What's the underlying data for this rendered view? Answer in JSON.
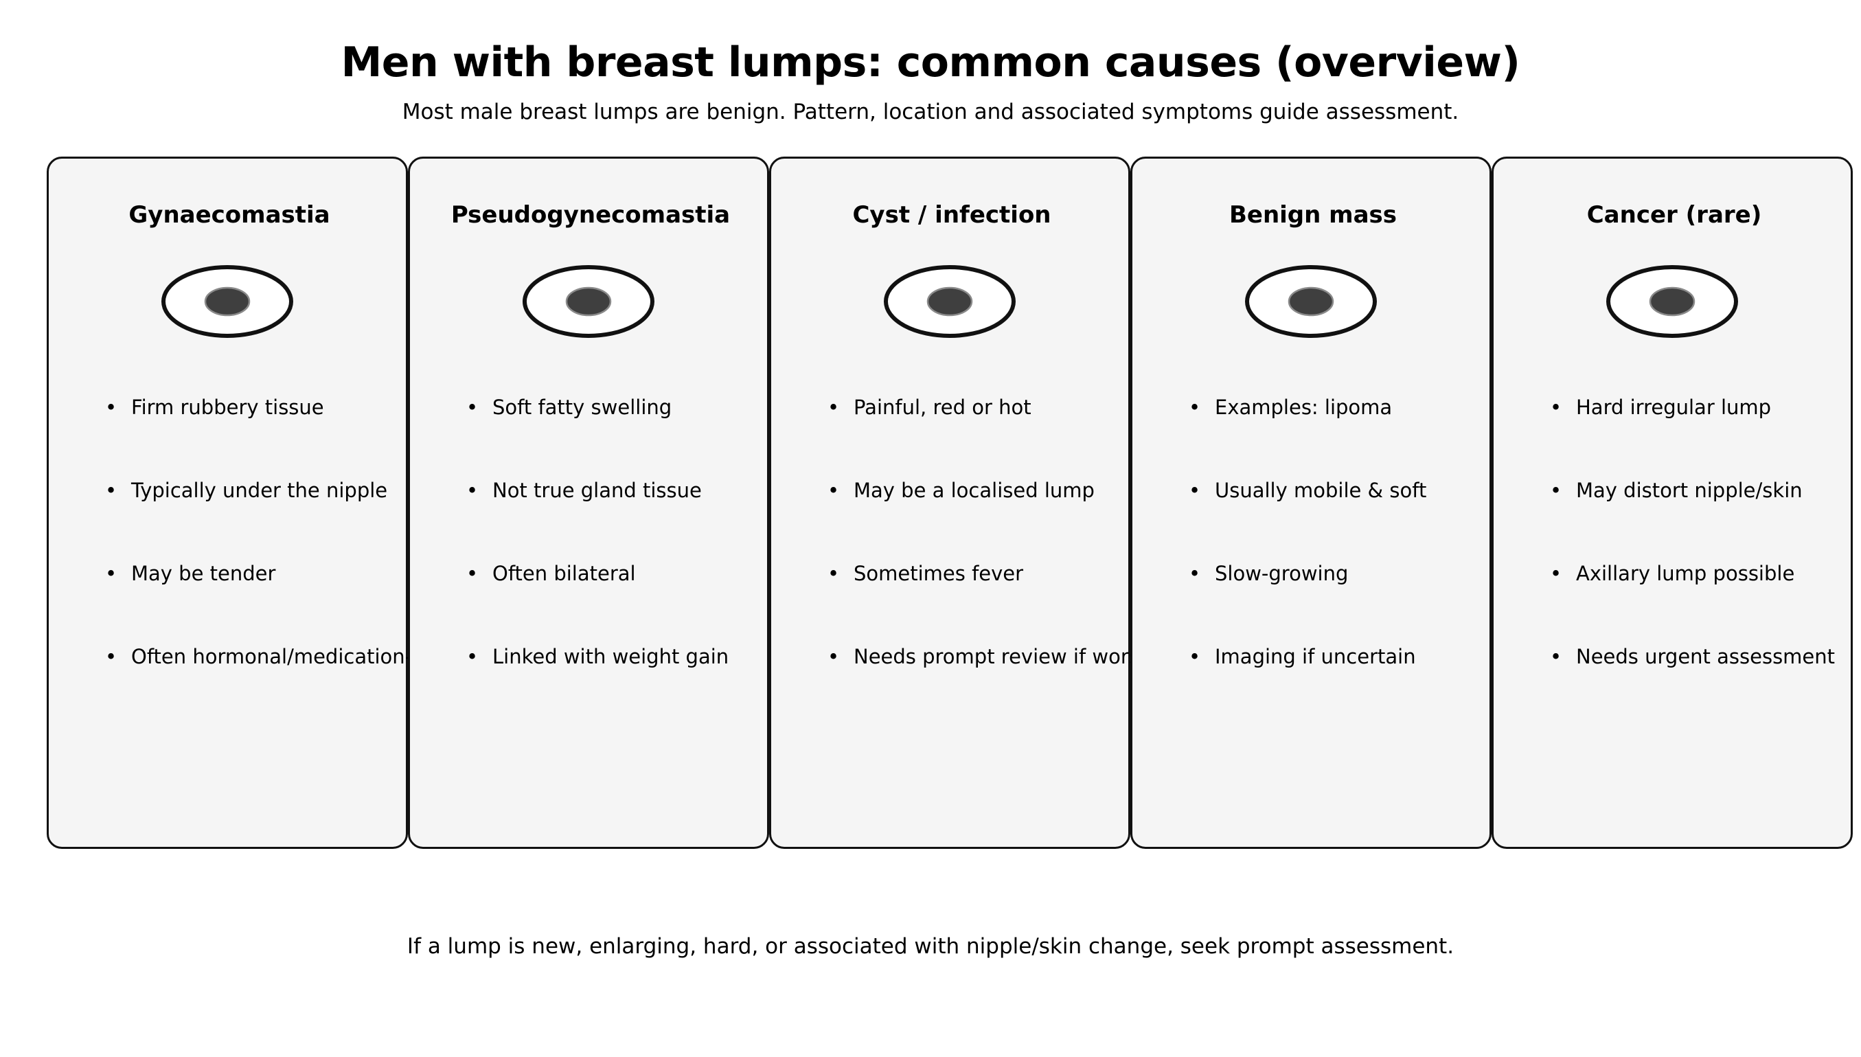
{
  "header": {
    "title": "Men with breast lumps: common causes (overview)",
    "subtitle": "Most male breast lumps are benign. Pattern, location and associated symptoms guide assessment."
  },
  "footer": {
    "note": "If a lump is new, enlarging, hard, or associated with nipple/skin change, seek prompt assessment."
  },
  "colors": {
    "card_fill": "#f5f5f5",
    "card_border": "#111111",
    "icon_outline": "#111111",
    "icon_core": "#3f3f3f",
    "text": "#000000",
    "page_background": "#ffffff"
  },
  "bullet_marker": "•",
  "cards": [
    {
      "title": "Gynaecomastia",
      "icon": "breast-lump-ellipse-icon",
      "bullets": [
        "Firm rubbery tissue",
        "Typically under the nipple",
        "May be tender",
        "Often hormonal/medication-related"
      ]
    },
    {
      "title": "Pseudogynecomastia",
      "icon": "breast-lump-ellipse-icon",
      "bullets": [
        "Soft fatty swelling",
        "Not true gland tissue",
        "Often bilateral",
        "Linked with weight gain"
      ]
    },
    {
      "title": "Cyst / infection",
      "icon": "breast-lump-ellipse-icon",
      "bullets": [
        "Painful, red or hot",
        "May be a localised lump",
        "Sometimes fever",
        "Needs prompt review if worsening"
      ]
    },
    {
      "title": "Benign mass",
      "icon": "breast-lump-ellipse-icon",
      "bullets": [
        "Examples: lipoma",
        "Usually mobile & soft",
        "Slow-growing",
        "Imaging if uncertain"
      ]
    },
    {
      "title": "Cancer (rare)",
      "icon": "breast-lump-ellipse-icon",
      "bullets": [
        "Hard irregular lump",
        "May distort nipple/skin",
        "Axillary lump possible",
        "Needs urgent assessment"
      ]
    }
  ]
}
